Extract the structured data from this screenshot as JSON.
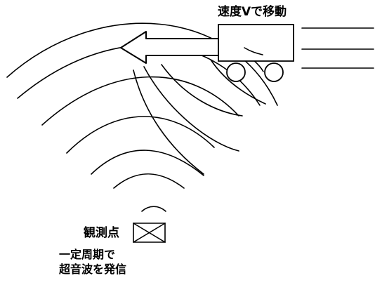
{
  "labels": {
    "motion": "速度Vで移動",
    "observer": "観測点",
    "note_line1": "一定周期で",
    "note_line2": "超音波を発信"
  },
  "colors": {
    "ink": "#000000",
    "paper": "#ffffff"
  },
  "icons": {
    "source": "observer-box-x-icon",
    "direction": "left-arrow-icon"
  }
}
